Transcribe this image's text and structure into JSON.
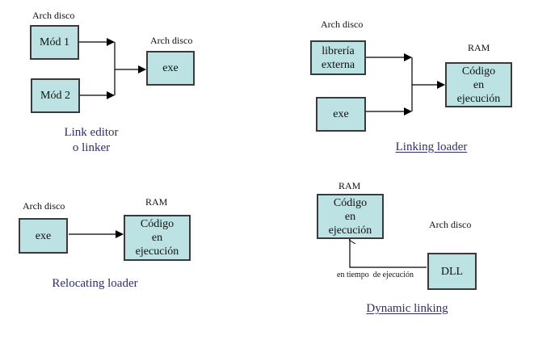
{
  "colors": {
    "box_fill": "#bde2e4",
    "box_border": "#3a3a3a",
    "caption": "#2e2e6e",
    "line": "#000000"
  },
  "panels": {
    "link_editor": {
      "caption_line1": "Link editor",
      "caption_line2": "o linker",
      "caption_underlined": false,
      "labels": {
        "mod1_label": "Arch disco",
        "exe_label": "Arch disco"
      },
      "nodes": {
        "mod1": "Mód 1",
        "mod2": "Mód 2",
        "exe": "exe"
      },
      "edges": [
        [
          "mod1",
          "exe"
        ],
        [
          "mod2",
          "exe"
        ]
      ]
    },
    "linking_loader": {
      "caption": "Linking loader",
      "caption_underlined": true,
      "labels": {
        "disk_label": "Arch disco",
        "ram_label": "RAM"
      },
      "nodes": {
        "libreria_line1": "librería",
        "libreria_line2": "externa",
        "exe": "exe",
        "codigo_line1": "Código",
        "codigo_line2": "en",
        "codigo_line3": "ejecución"
      },
      "edges": [
        [
          "libreria",
          "codigo"
        ],
        [
          "exe",
          "codigo"
        ]
      ]
    },
    "relocating_loader": {
      "caption": "Relocating loader",
      "caption_underlined": false,
      "labels": {
        "disk_label": "Arch disco",
        "ram_label": "RAM"
      },
      "nodes": {
        "exe": "exe",
        "codigo_line1": "Código",
        "codigo_line2": "en",
        "codigo_line3": "ejecución"
      },
      "edges": [
        [
          "exe",
          "codigo"
        ]
      ]
    },
    "dynamic_linking": {
      "caption": "Dynamic linking",
      "caption_underlined": true,
      "labels": {
        "ram_label": "RAM",
        "disk_label": "Arch disco",
        "edge_label": "en tiempo  de ejecución"
      },
      "nodes": {
        "codigo_line1": "Código",
        "codigo_line2": "en",
        "codigo_line3": "ejecución",
        "dll": "DLL"
      },
      "edges": [
        [
          "dll",
          "codigo"
        ]
      ]
    }
  }
}
